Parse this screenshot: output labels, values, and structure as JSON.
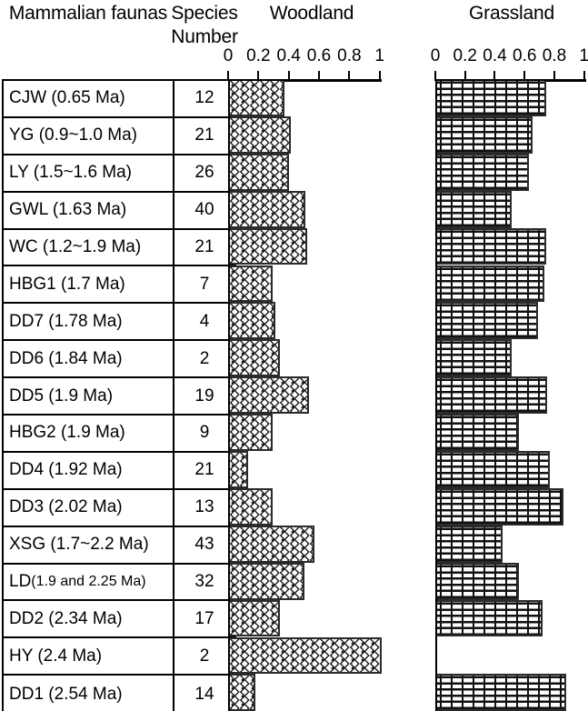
{
  "headers": {
    "fauna": "Mammalian faunas",
    "species": "Species Number",
    "woodland": "Woodland",
    "grassland": "Grassland"
  },
  "axis": {
    "tick_labels": [
      "0",
      "0.2",
      "0.4",
      "0.6",
      "0.8",
      "1"
    ],
    "tick_values": [
      0,
      0.2,
      0.4,
      0.6,
      0.8,
      1
    ]
  },
  "rows": [
    {
      "name": "CJW (0.65 Ma)",
      "species": "12",
      "woodland": 0.36,
      "grassland": 0.73
    },
    {
      "name": "YG (0.9~1.0 Ma)",
      "species": "21",
      "woodland": 0.4,
      "grassland": 0.64
    },
    {
      "name": "LY (1.5~1.6 Ma)",
      "species": "26",
      "woodland": 0.39,
      "grassland": 0.62
    },
    {
      "name": "GWL (1.63 Ma)",
      "species": "40",
      "woodland": 0.5,
      "grassland": 0.5
    },
    {
      "name": "WC (1.2~1.9 Ma)",
      "species": "21",
      "woodland": 0.51,
      "grassland": 0.73
    },
    {
      "name": "HBG1 (1.7 Ma)",
      "species": "7",
      "woodland": 0.28,
      "grassland": 0.72
    },
    {
      "name": "DD7 (1.78 Ma)",
      "species": "4",
      "woodland": 0.3,
      "grassland": 0.68
    },
    {
      "name": "DD6 (1.84 Ma)",
      "species": "2",
      "woodland": 0.33,
      "grassland": 0.5
    },
    {
      "name": "DD5 (1.9 Ma)",
      "species": "19",
      "woodland": 0.52,
      "grassland": 0.74
    },
    {
      "name": "HBG2 (1.9 Ma)",
      "species": "9",
      "woodland": 0.28,
      "grassland": 0.55
    },
    {
      "name": "DD4 (1.92 Ma)",
      "species": "21",
      "woodland": 0.12,
      "grassland": 0.76
    },
    {
      "name": "DD3 (2.02 Ma)",
      "species": "13",
      "woodland": 0.28,
      "grassland": 0.85
    },
    {
      "name": "XSG (1.7~2.2 Ma)",
      "species": "43",
      "woodland": 0.56,
      "grassland": 0.44
    },
    {
      "name": "LD (1.9 and 2.25 Ma)",
      "species": "32",
      "woodland": 0.49,
      "grassland": 0.55
    },
    {
      "name": "DD2 (2.34 Ma)",
      "species": "17",
      "woodland": 0.33,
      "grassland": 0.71
    },
    {
      "name": "HY (2.4 Ma)",
      "species": "2",
      "woodland": 1.0,
      "grassland": 0.0
    },
    {
      "name": "DD1 (2.54 Ma)",
      "species": "14",
      "woodland": 0.17,
      "grassland": 0.87
    }
  ],
  "chart_data": {
    "type": "bar",
    "title": "",
    "orientation": "horizontal",
    "grid": false,
    "legend": "none",
    "xlabel": "",
    "ylabel": "",
    "xlim": [
      0,
      1
    ],
    "axis_ticks": [
      0,
      0.2,
      0.4,
      0.6,
      0.8,
      1
    ],
    "categories": [
      "CJW (0.65 Ma)",
      "YG (0.9~1.0 Ma)",
      "LY (1.5~1.6 Ma)",
      "GWL (1.63 Ma)",
      "WC (1.2~1.9 Ma)",
      "HBG1 (1.7 Ma)",
      "DD7 (1.78 Ma)",
      "DD6 (1.84 Ma)",
      "DD5 (1.9 Ma)",
      "HBG2 (1.9 Ma)",
      "DD4 (1.92 Ma)",
      "DD3 (2.02 Ma)",
      "XSG (1.7~2.2 Ma)",
      "LD (1.9 and 2.25 Ma)",
      "DD2 (2.34 Ma)",
      "HY (2.4 Ma)",
      "DD1 (2.54 Ma)"
    ],
    "species_number": [
      12,
      21,
      26,
      40,
      21,
      7,
      4,
      2,
      19,
      9,
      21,
      13,
      43,
      32,
      17,
      2,
      14
    ],
    "series": [
      {
        "name": "Woodland",
        "values": [
          0.36,
          0.4,
          0.39,
          0.5,
          0.51,
          0.28,
          0.3,
          0.33,
          0.52,
          0.28,
          0.12,
          0.28,
          0.56,
          0.49,
          0.33,
          1.0,
          0.17
        ]
      },
      {
        "name": "Grassland",
        "values": [
          0.73,
          0.64,
          0.62,
          0.5,
          0.73,
          0.72,
          0.68,
          0.5,
          0.74,
          0.55,
          0.76,
          0.85,
          0.44,
          0.55,
          0.71,
          0.0,
          0.87
        ]
      }
    ]
  }
}
